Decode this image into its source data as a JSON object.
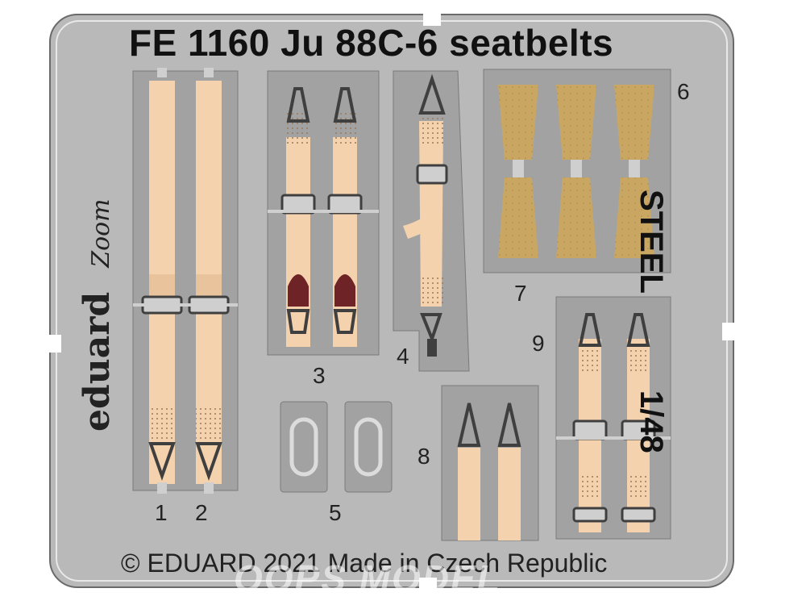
{
  "title": "FE 1160  Ju 88C-6 seatbelts",
  "labels": {
    "p1": "1",
    "p2": "2",
    "p3": "3",
    "p4": "4",
    "p5": "5",
    "p6": "6",
    "p7": "7",
    "p8": "8",
    "p9": "9"
  },
  "material": "STEEL",
  "scale": "1/48",
  "brand": "eduard",
  "brand_line": "Zoom",
  "copyright": "© EDUARD 2021  Made in Czech Republic",
  "watermark": "OOPS MODEL",
  "colors": {
    "fret": "#b9b9b9",
    "panel": "#a2a2a2",
    "belt": "#f3d2ad",
    "belt_shadow": "#e2b98f",
    "pad": "#c9a763",
    "leather": "#6e2326",
    "metal": "#3f3f3f"
  }
}
